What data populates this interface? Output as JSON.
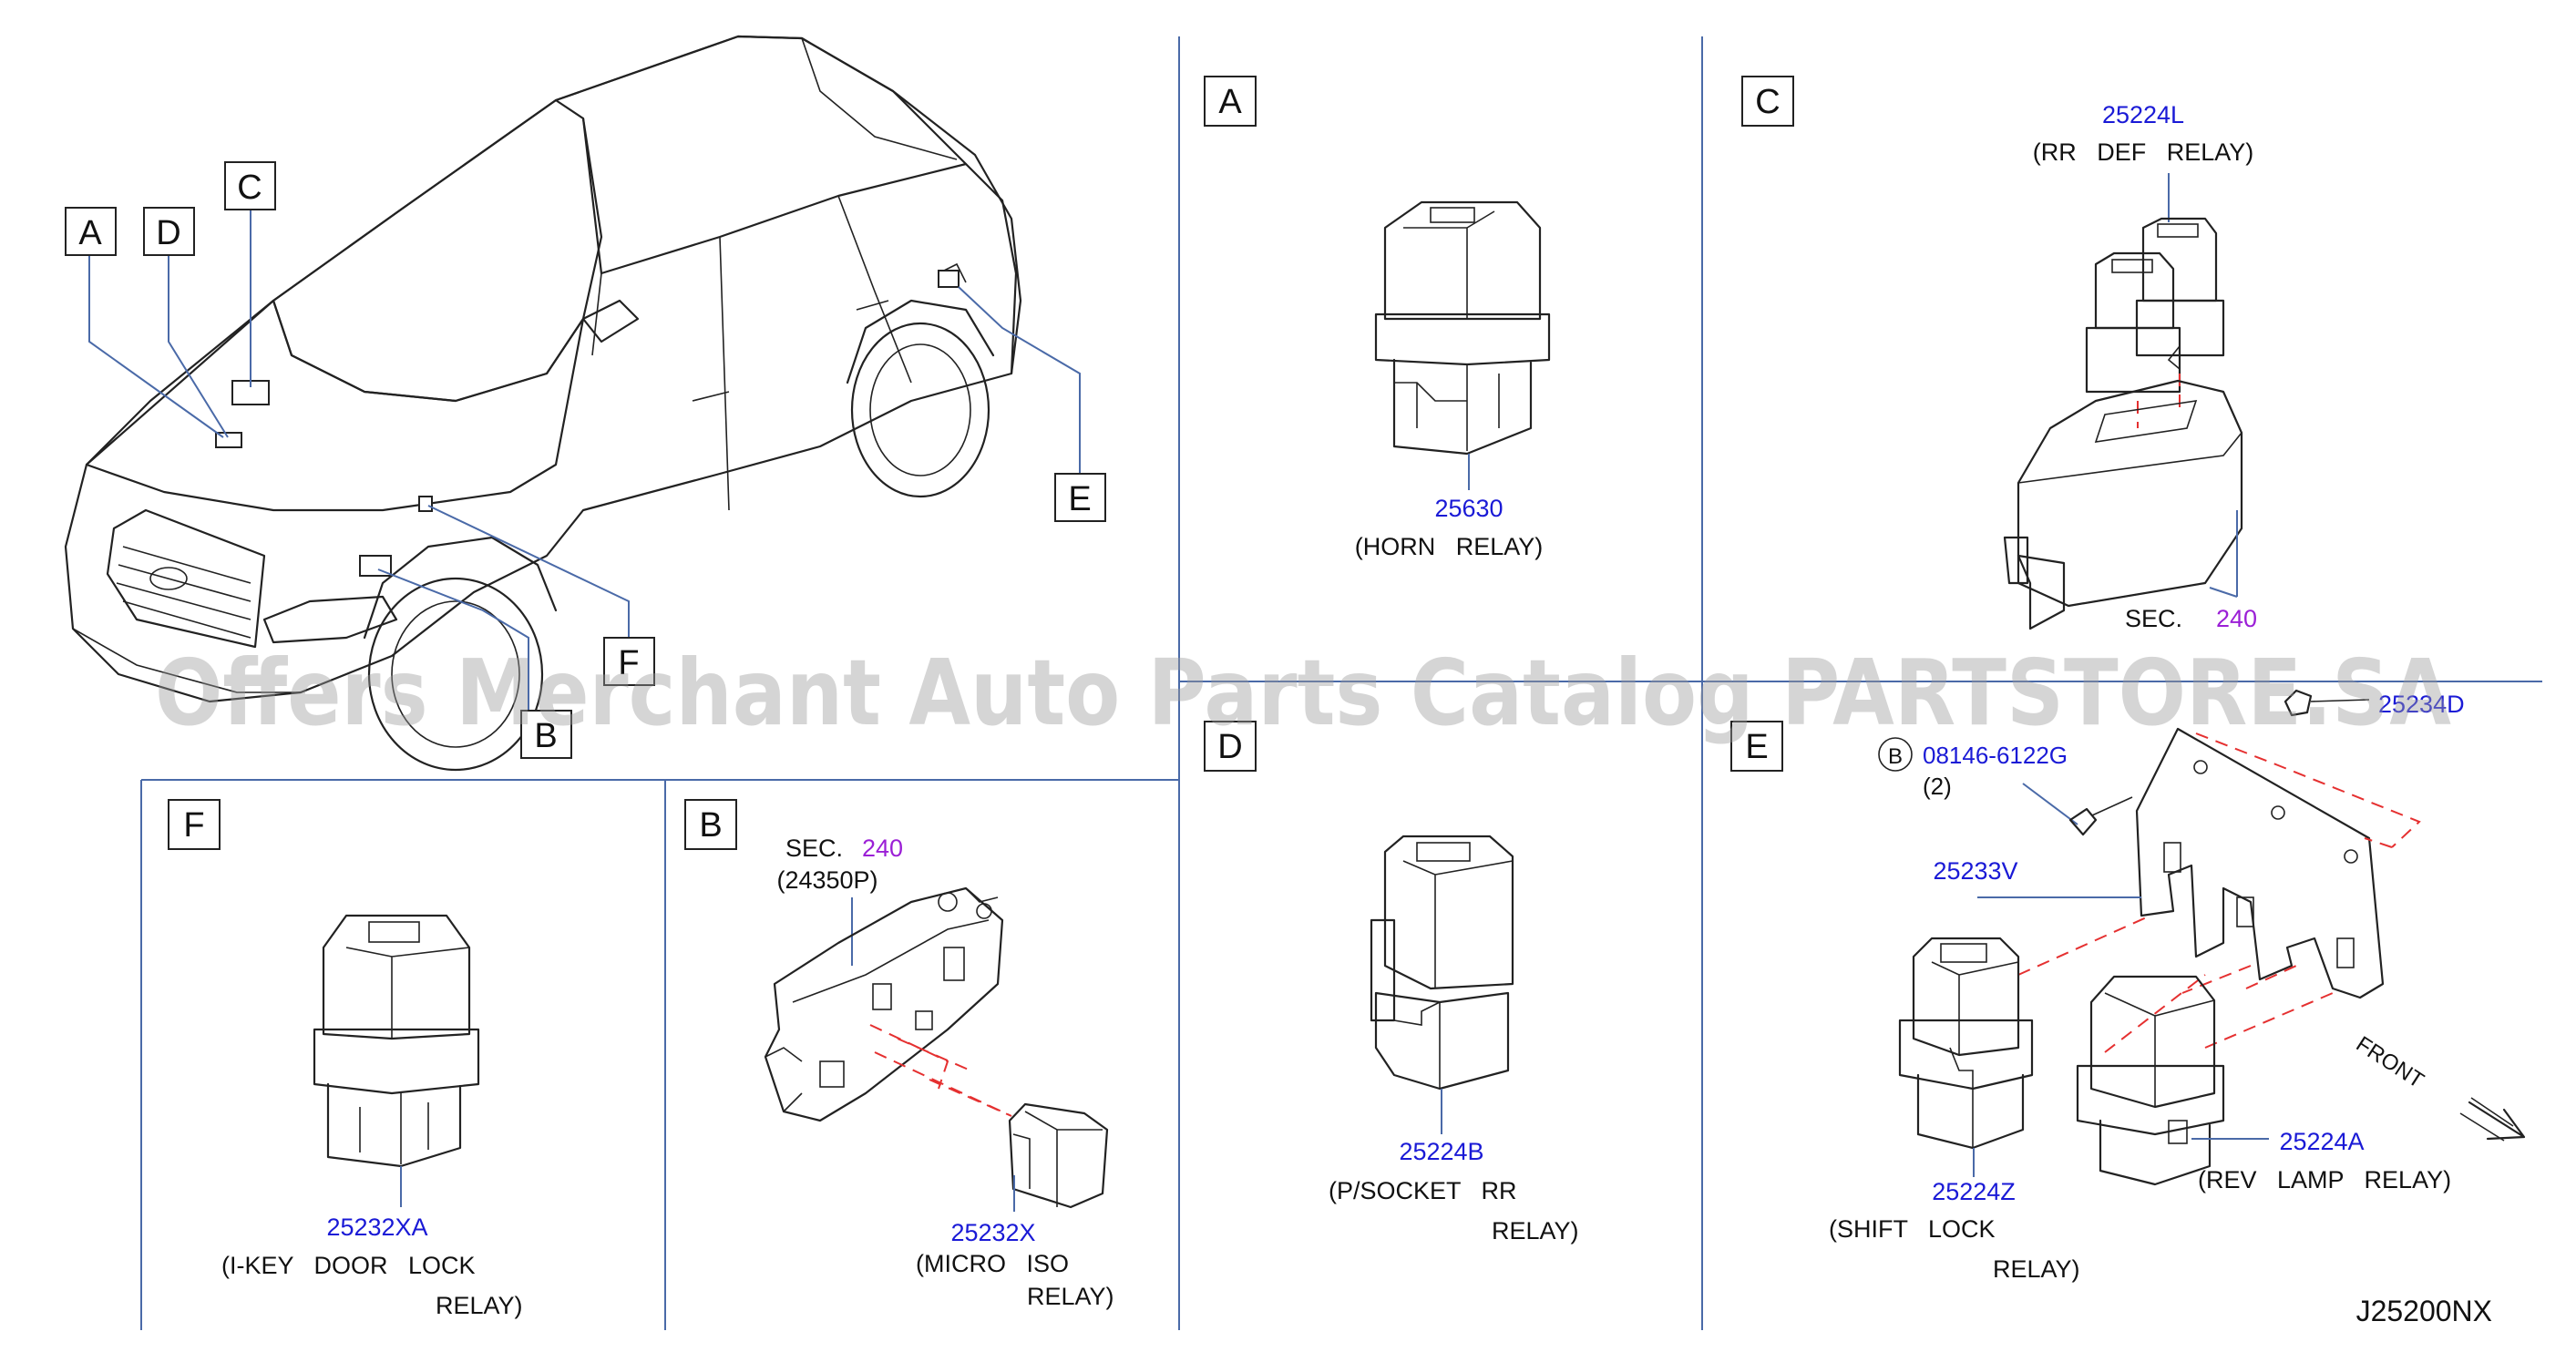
{
  "callouts": {
    "A": "A",
    "B": "B",
    "C": "C",
    "D": "D",
    "E": "E",
    "F": "F"
  },
  "panels": {
    "A": {
      "tag": "A",
      "part_no": "25630",
      "name": "(HORN   RELAY)"
    },
    "C": {
      "tag": "C",
      "part_no": "25224L",
      "name": "(RR   DEF   RELAY)",
      "sec_label": "SEC.",
      "sec_no": "240"
    },
    "D": {
      "tag": "D",
      "part_no": "25224B",
      "name_line1": "(P/SOCKET   RR",
      "name_line2": "RELAY)"
    },
    "E": {
      "tag": "E",
      "bolt_circle": "B",
      "bolt_no": "08146-6122G",
      "bolt_qty": "(2)",
      "clip_no": "25234D",
      "bracket_no": "25233V",
      "shift_no": "25224Z",
      "shift_line1": "(SHIFT   LOCK",
      "shift_line2": "RELAY)",
      "rev_no": "25224A",
      "rev_name": "(REV   LAMP   RELAY)",
      "front_label": "FRONT"
    },
    "F": {
      "tag": "F",
      "part_no": "25232XA",
      "name_line1": "(I-KEY   DOOR   LOCK",
      "name_line2": "RELAY)"
    },
    "B": {
      "tag": "B",
      "sec_label": "SEC.",
      "sec_no": "240",
      "sec_ref": "(24350P)",
      "part_no": "25232X",
      "name_line1": "(MICRO   ISO",
      "name_line2": "RELAY)"
    }
  },
  "diagram_code": "J25200NX",
  "watermark": "Offers Merchant Auto Parts Catalog PARTSTORE.SA",
  "colors": {
    "part_number": "#1a1ad6",
    "section_number": "#9b1fd6",
    "leader": "#4a6aa8",
    "dashed": "#e53030",
    "divider": "#4a6aa8"
  }
}
